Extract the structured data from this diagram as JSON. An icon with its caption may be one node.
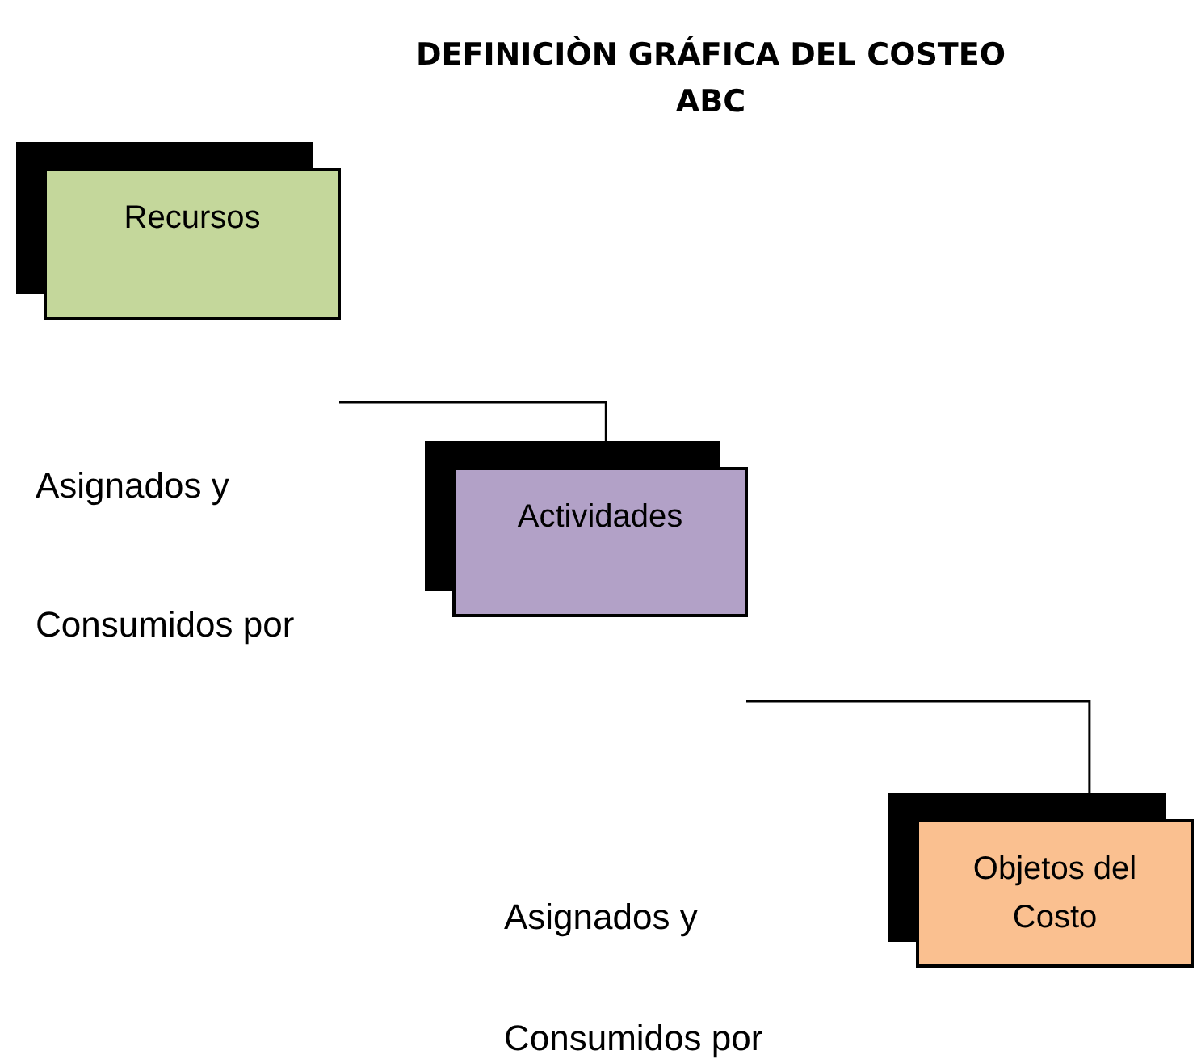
{
  "diagram": {
    "title": "DEFINICIÒN GRÁFICA DEL COSTEO ABC",
    "nodes": [
      {
        "text": [
          "Recursos"
        ]
      },
      {
        "text": [
          "Actividades"
        ]
      },
      {
        "text": [
          "Objetos del Costo"
        ]
      }
    ],
    "edges": [
      {
        "from": null,
        "to": 1,
        "arrow": "none"
      },
      {
        "from": null,
        "to": 2,
        "arrow": "none"
      }
    ],
    "labels": [
      "Asignados y",
      "Consumidos por",
      "Asignados y",
      "Consumidos por"
    ]
  }
}
